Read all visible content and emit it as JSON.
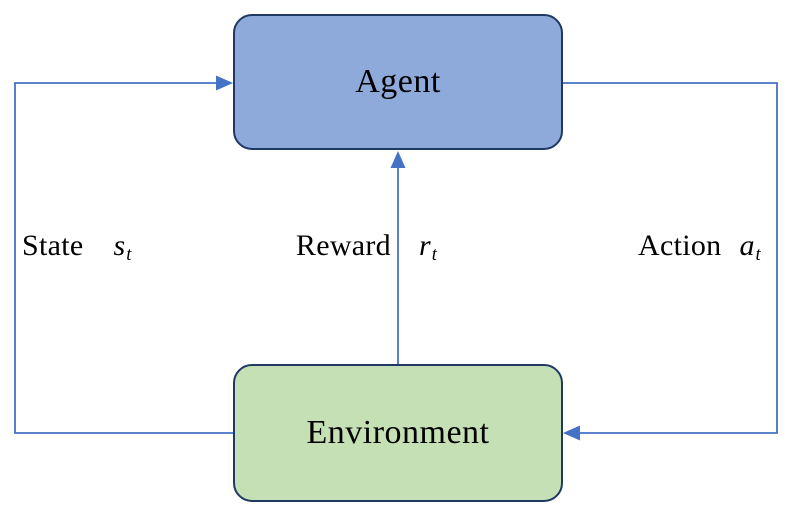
{
  "nodes": {
    "agent": {
      "label": "Agent"
    },
    "environment": {
      "label": "Environment"
    }
  },
  "edges": {
    "state": {
      "label": "State",
      "variable": "s",
      "subscript": "t",
      "from": "environment",
      "to": "agent"
    },
    "reward": {
      "label": "Reward",
      "variable": "r",
      "subscript": "t",
      "from": "environment",
      "to": "agent"
    },
    "action": {
      "label": "Action",
      "variable": "a",
      "subscript": "t",
      "from": "agent",
      "to": "environment"
    }
  },
  "colors": {
    "agent_fill": "#8EAADB",
    "agent_border": "#1F3864",
    "environment_fill": "#C5E0B4",
    "environment_border": "#1F3864",
    "arrow": "#4472C4",
    "text": "#000000",
    "background": "#FFFFFF"
  }
}
